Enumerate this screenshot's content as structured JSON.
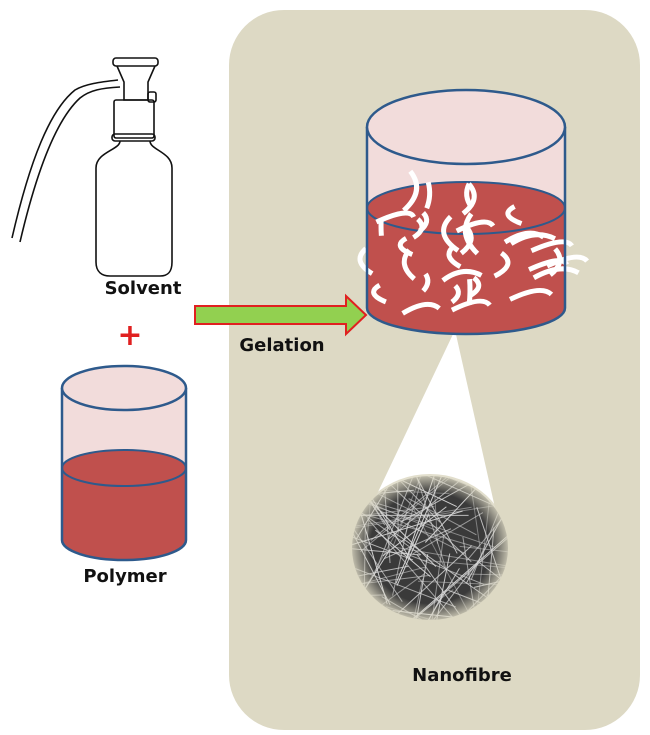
{
  "labels": {
    "solvent": "Solvent",
    "plus": "+",
    "polymer": "Polymer",
    "gelation": "Gelation",
    "nanofibre": "Nanofibre"
  },
  "colors": {
    "panel": "#ddd9c4",
    "beaker_glass": "#f2dcdb",
    "liquid": "#c0504d",
    "beaker_outline": "#2e5a8c",
    "arrow_fill": "#92d050",
    "arrow_outline": "#e02020",
    "plus": "#e02020"
  }
}
